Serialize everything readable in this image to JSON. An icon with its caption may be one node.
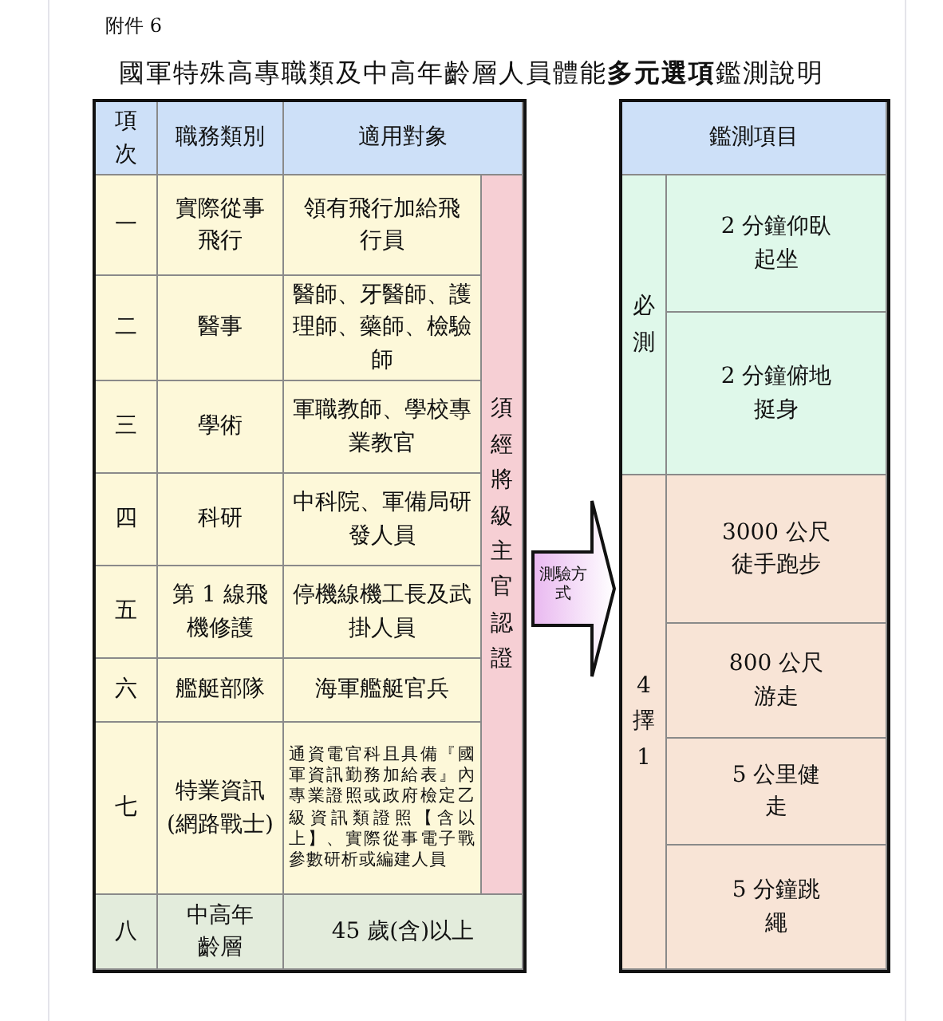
{
  "diagram": {
    "title": "國軍特殊高專職類及中高年齡層人員體能**多元選項**鑑測說明",
    "labels": [
      "附件 6",
      "項次",
      "職務類別",
      "適用對象",
      "一",
      "實際從事飛行",
      "領有飛行加給飛行員",
      "須經將級主官認證",
      "二",
      "醫事",
      "醫師、牙醫師、護理師、藥師、檢驗師",
      "三",
      "學術",
      "軍職教師、學校專業教官",
      "四",
      "科研",
      "中科院、軍備局研發人員",
      "五",
      "第 1 線飛機修護",
      "停機線機工長及武掛人員",
      "六",
      "艦艇部隊",
      "海軍艦艇官兵",
      "七",
      "特業資訊(網路戰士)",
      "通資電官科且具備『國軍資訊勤務加給表』內專業證照或政府檢定乙級資訊類證照【含以上】、實際從事電子戰參數研析或編建人員",
      "八",
      "中高年齡層",
      "45 歲(含)以上",
      "測驗方式",
      "鑑測項目",
      "必測",
      "2 分鐘仰臥起坐",
      "2 分鐘俯地挺身",
      "4擇1",
      "3000 公尺徒手跑步",
      "800 公尺游走",
      "5 公里健走",
      "5 分鐘跳繩"
    ]
  }
}
